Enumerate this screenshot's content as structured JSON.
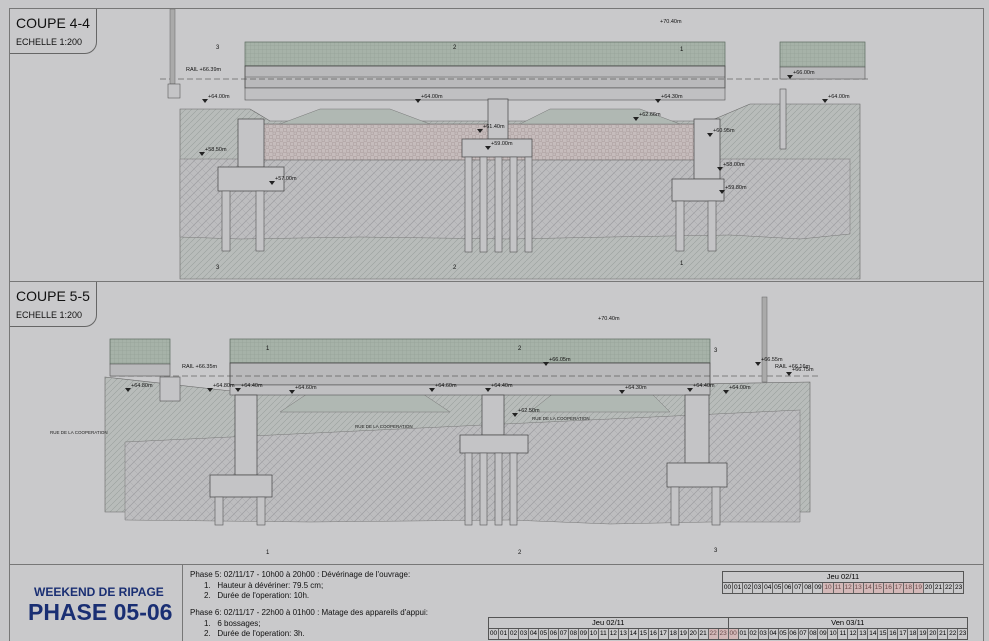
{
  "section1": {
    "title": "COUPE 4-4",
    "scale": "ECHELLE 1:200",
    "top_level": "+70.40m",
    "rail_level": "RAIL +66.39m",
    "levels": [
      "+64.00m",
      "+64.00m",
      "+64.30m",
      "+64.00m",
      "+66.00m",
      "+61.40m",
      "+62.66m",
      "+60.95m",
      "+58.50m",
      "+59.00m",
      "+57.00m",
      "+58.00m",
      "+59.80m"
    ],
    "markers": [
      "3",
      "2",
      "1",
      "3",
      "2",
      "1"
    ]
  },
  "section2": {
    "title": "COUPE 5-5",
    "scale": "ECHELLE 1:200",
    "top_level": "+70.40m",
    "rail_level_left": "RAIL +66.35m",
    "rail_level_right": "RAIL +66.16m",
    "levels": [
      "+64.80m",
      "+64.80m",
      "+64.40m",
      "+64.60m",
      "+64.60m",
      "+64.40m",
      "+64.30m",
      "+64.40m",
      "+64.00m",
      "+66.05m",
      "+66.55m",
      "+66.75m",
      "+62.50m"
    ],
    "markers": [
      "1",
      "2",
      "3",
      "1",
      "2",
      "3"
    ],
    "note_left": "RUE DE LA COOPERATION",
    "note_mid": "RUE DE LA COOPERATION",
    "note_right": "RUE DE LA COOPERATION"
  },
  "footer": {
    "weekend": "WEEKEND DE RIPAGE",
    "phase": "PHASE 05-06",
    "phase5_title": "Phase 5: 02/11/17 - 10h00 à 20h00 : Dévérinage de l'ouvrage:",
    "phase5_items": [
      "Hauteur à dévériner: 79.5 cm;",
      "Durée de l'operation: 10h."
    ],
    "phase6_title": "Phase 6: 02/11/17 - 22h00 à 01h00 : Matage des appareils d'appui:",
    "phase6_items": [
      "6 bossages;",
      "Durée de l'operation: 3h."
    ],
    "schedule_top": {
      "day": "Jeu 02/11",
      "hours": [
        "00",
        "01",
        "02",
        "03",
        "04",
        "05",
        "06",
        "07",
        "08",
        "09",
        "10",
        "11",
        "12",
        "13",
        "14",
        "15",
        "16",
        "17",
        "18",
        "19",
        "20",
        "21",
        "22",
        "23"
      ]
    },
    "schedule_bottom": {
      "day1": "Jeu 02/11",
      "day2": "Ven 03/11",
      "hours1": [
        "00",
        "01",
        "02",
        "03",
        "04",
        "05",
        "06",
        "07",
        "08",
        "09",
        "10",
        "11",
        "12",
        "13",
        "14",
        "15",
        "16",
        "17",
        "18",
        "19",
        "20",
        "21",
        "22",
        "23"
      ],
      "hours2": [
        "00",
        "01",
        "02",
        "03",
        "04",
        "05",
        "06",
        "07",
        "08",
        "09",
        "10",
        "11",
        "12",
        "13",
        "14",
        "15",
        "16",
        "17",
        "18",
        "19",
        "20",
        "21",
        "22",
        "23"
      ]
    }
  }
}
